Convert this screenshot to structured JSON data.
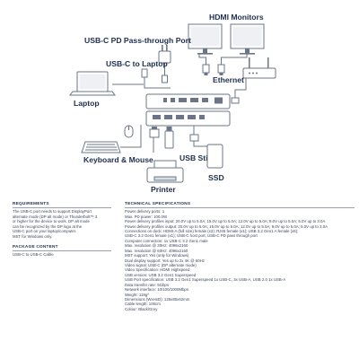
{
  "diagram": {
    "hdmi_monitors": "HDMI Monitors",
    "pd_port": "USB-C PD Pass-through Port",
    "usbc_laptop": "USB-C to Laptop",
    "laptop": "Laptop",
    "ethernet": "Ethernet",
    "keyboard_mouse": "Keyboard & Mouse",
    "usb_stick": "USB Stick",
    "ssd": "SSD",
    "printer": "Printer"
  },
  "requirements": {
    "heading": "REQUIREMENTS",
    "lines": [
      "The USB-C port needs to support DisplayPort",
      "alternate mode (DP alt mode) or Thunderbolt™ 3",
      "or higher for the device to work. DP alt mode",
      "can be recognized by the DP logo at the",
      "USB-C port on your laptop/computer.",
      "MST for Windows only."
    ]
  },
  "package": {
    "heading": "PACKAGE CONTENT",
    "lines": [
      "USB-C to USB-C Cable"
    ]
  },
  "specs": {
    "heading": "TECHNICAL SPECIFICATIONS",
    "lines": [
      "Power delivery ports: 1",
      "Max. PD power: 100.0W",
      "Power delivery profiles input: 20.0V up to 5.0A; 15.0V up to 5.0A; 12.0V up to 5.0A; 9.0V up to 5.0A; 5.0V up to 3.0A",
      "Power delivery profiles output: 20.0V up to 5.0A; 15.0V up to 5.0A; 12.0V up to 5.0A; 9.0V up to 5.0A; 5.0V up to 3.0A",
      "Connections on dock: HDMI-A (full size) female (x2); RJ45 female (x1); USB 3.2 Gen1 A female (x5);",
      "USB-C 3.2 Gen1 female (x1); USB-C host port; USB-C PD pass through port",
      "Computer connection: 1x USB-C 3.2 Gen1 male",
      "Max. resolution @ 30Hz: 4096x2160",
      "Max. resolution @ 60Hz: 4096x2160",
      "MST support: Yes (only for Windows)",
      "Dual display support: Yes up to 2x 4K @ 60Hz",
      "Video signal: USB-C (DP alternate mode)",
      "Video Specification: HDMI Highspeed",
      "USB version: USB 3.2 Gen1 Superspeed",
      "USB Port specification: USB 3.2 Gen1 Superspeed 1x USB-C, 3x USB-A, USB 2.0 1x USB-A",
      "Data transfer rate: 5Gbps",
      "Network interface: 10/100/1000Mbps",
      "Weight: 119g*",
      "Dimensions (WxHxD): 125x80x62mm",
      "Cable length: 100cm",
      "Colour: Black/Grey"
    ]
  },
  "colors": {
    "text": "#1f2e4d",
    "icon": "#6b7587",
    "body_text": "#3b4560"
  }
}
